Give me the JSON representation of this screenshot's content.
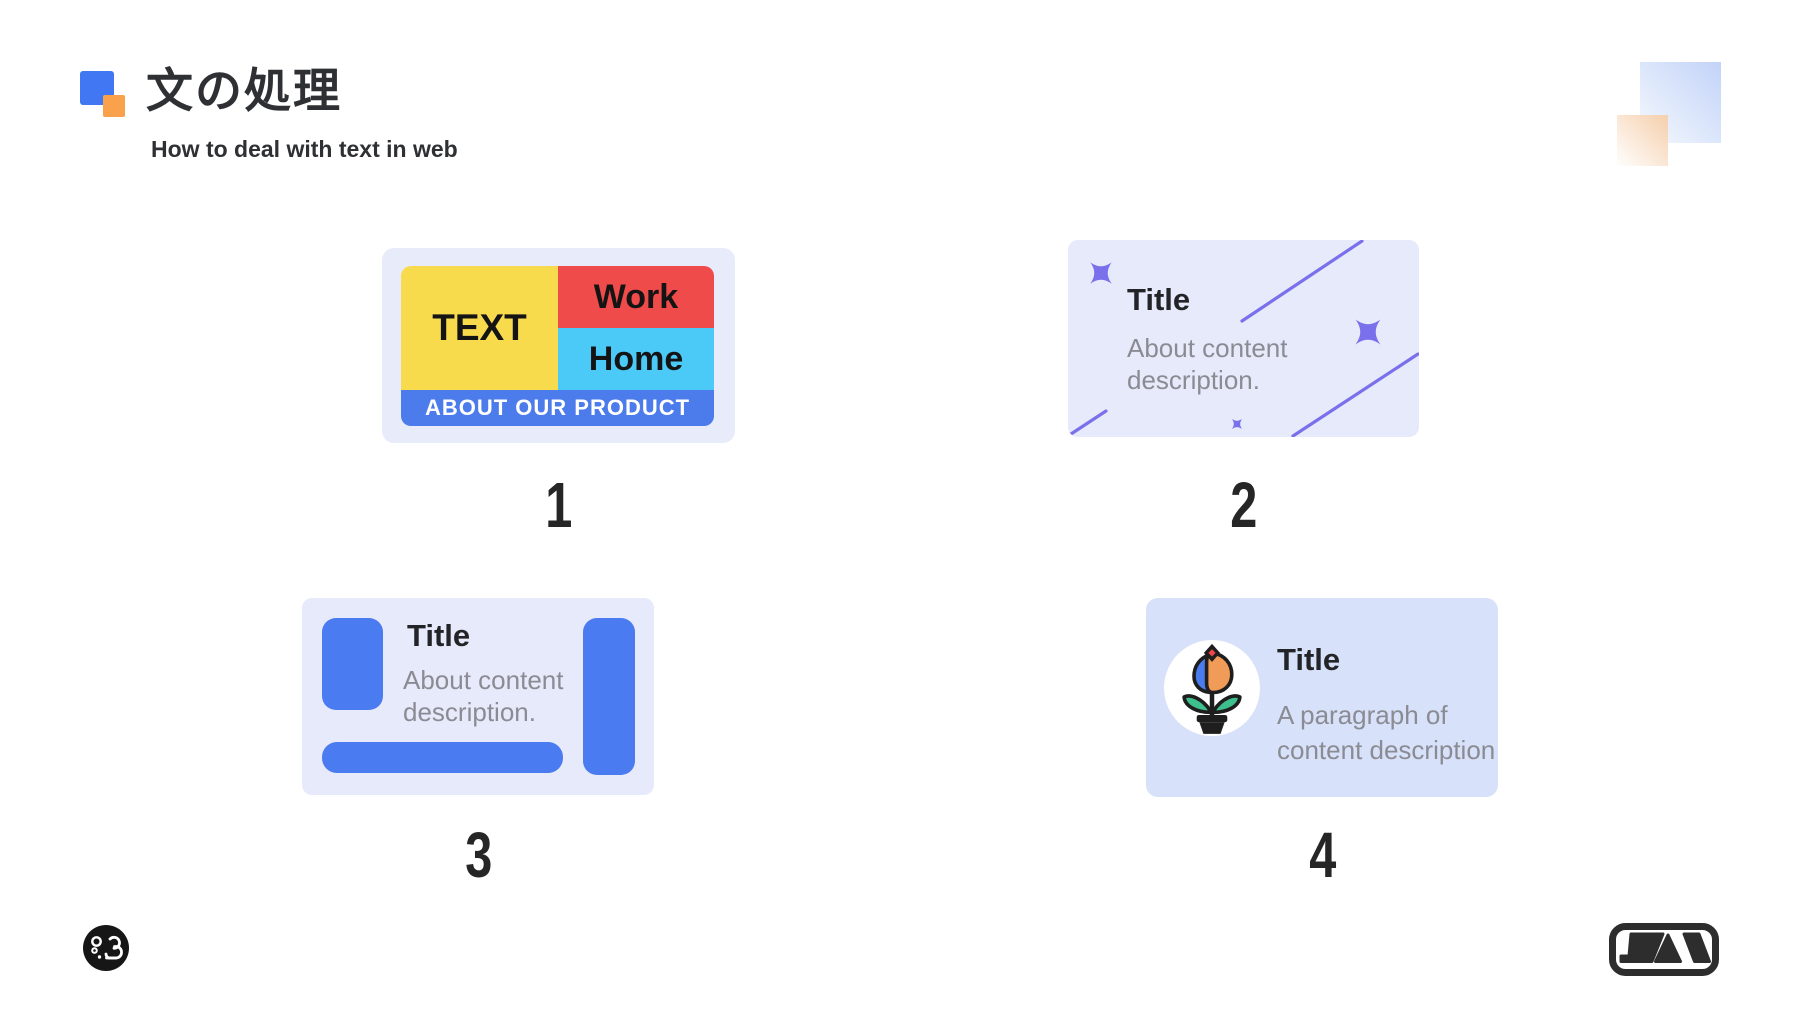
{
  "slide": {
    "title": "文の処理",
    "subtitle": "How to deal with text in web"
  },
  "examples": [
    {
      "number": "1",
      "mock": {
        "text_block": "TEXT",
        "work": "Work",
        "home": "Home",
        "banner": "ABOUT OUR PRODUCT"
      }
    },
    {
      "number": "2",
      "title": "Title",
      "description": [
        "About content",
        "description."
      ]
    },
    {
      "number": "3",
      "title": "Title",
      "description": [
        "About content",
        "description."
      ]
    },
    {
      "number": "4",
      "title": "Title",
      "description": [
        "A paragraph of",
        "content description"
      ]
    }
  ],
  "colors": {
    "brand_blue": "#4177F2",
    "brand_orange": "#F9A14B",
    "card_bg": "#E7EAFB",
    "card4_bg": "#D7E1F9",
    "mock_yellow": "#F8DB4D",
    "mock_red": "#EF4B4B",
    "mock_cyan": "#4BC9F7",
    "mock_blue": "#4C7CEC",
    "block_blue": "#4A7BF0",
    "decor_purple": "#7A70EB",
    "text_dark": "#2E3033",
    "text_gray": "#8B8B93"
  }
}
